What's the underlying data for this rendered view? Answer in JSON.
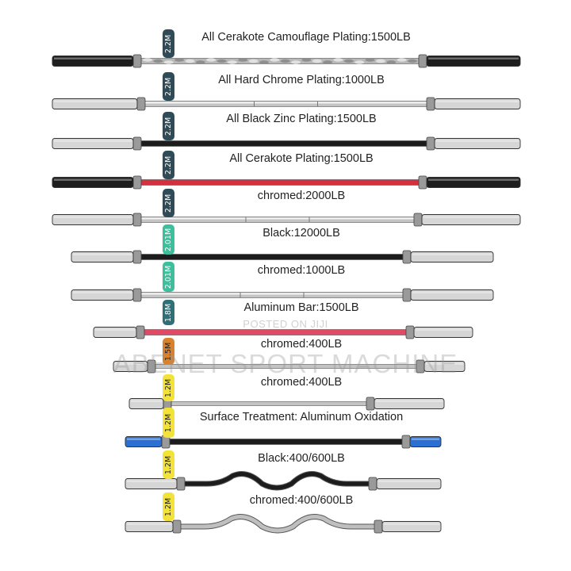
{
  "bars": [
    {
      "length": "2.2M",
      "label": "All Cerakote Camouflage Plating:1500LB",
      "badge_color": "#2f4b57",
      "badge_text_color": "#ffffff",
      "shaft_color": "#b8b8b8",
      "sleeve_color": "#1e1e1e",
      "style": "camo"
    },
    {
      "length": "2.2M",
      "label": "All Hard Chrome Plating:1000LB",
      "badge_color": "#2f4b57",
      "badge_text_color": "#ffffff",
      "shaft_color": "#c4c4c4",
      "sleeve_color": "#d6d6d6",
      "style": "chrome"
    },
    {
      "length": "2.2M",
      "label": "All Black Zinc Plating:1500LB",
      "badge_color": "#2f4b57",
      "badge_text_color": "#ffffff",
      "shaft_color": "#1c1c1c",
      "sleeve_color": "#d6d6d6",
      "style": "plain"
    },
    {
      "length": "2.2M",
      "label": "All Cerakote Plating:1500LB",
      "badge_color": "#2f4b57",
      "badge_text_color": "#ffffff",
      "shaft_color": "#d4303f",
      "sleeve_color": "#1e1e1e",
      "style": "plain"
    },
    {
      "length": "2.2M",
      "label": "chromed:2000LB",
      "badge_color": "#2f4b57",
      "badge_text_color": "#ffffff",
      "shaft_color": "#c4c4c4",
      "sleeve_color": "#d6d6d6",
      "style": "chrome"
    },
    {
      "length": "2.01M",
      "label": "Black:12000LB",
      "badge_color": "#3bbf9c",
      "badge_text_color": "#ffffff",
      "shaft_color": "#1c1c1c",
      "sleeve_color": "#d6d6d6",
      "style": "plain"
    },
    {
      "length": "2.01M",
      "label": "chromed:1000LB",
      "badge_color": "#3bbf9c",
      "badge_text_color": "#ffffff",
      "shaft_color": "#c4c4c4",
      "sleeve_color": "#d6d6d6",
      "style": "chrome"
    },
    {
      "length": "1.8M",
      "label": "Aluminum Bar:1500LB",
      "badge_color": "#2f6f78",
      "badge_text_color": "#ffffff",
      "shaft_color": "#e04a64",
      "sleeve_color": "#d6d6d6",
      "style": "plain"
    },
    {
      "length": "1.5M",
      "label": "chromed:400LB",
      "badge_color": "#d9822e",
      "badge_text_color": "#222222",
      "shaft_color": "#c4c4c4",
      "sleeve_color": "#d6d6d6",
      "style": "thin"
    },
    {
      "length": "1.2M",
      "label": "chromed:400LB",
      "badge_color": "#f2e23a",
      "badge_text_color": "#222222",
      "shaft_color": "#c4c4c4",
      "sleeve_color": "#d6d6d6",
      "style": "thin"
    },
    {
      "length": "1.2M",
      "label": "Surface Treatment: Aluminum Oxidation",
      "badge_color": "#f2e23a",
      "badge_text_color": "#222222",
      "shaft_color": "#1c1c1c",
      "sleeve_color": "#2a6fd1",
      "style": "plain"
    },
    {
      "length": "1.2M",
      "label": "Black:400/600LB",
      "badge_color": "#f2e23a",
      "badge_text_color": "#222222",
      "shaft_color": "#1c1c1c",
      "sleeve_color": "#d6d6d6",
      "style": "curl"
    },
    {
      "length": "1.2M",
      "label": "chromed:400/600LB",
      "badge_color": "#f2e23a",
      "badge_text_color": "#222222",
      "shaft_color": "#bfbfbf",
      "sleeve_color": "#d6d6d6",
      "style": "curl"
    }
  ],
  "watermark": {
    "main": "ABENET SPORT MACHINE",
    "small": "POSTED ON JIJI"
  }
}
